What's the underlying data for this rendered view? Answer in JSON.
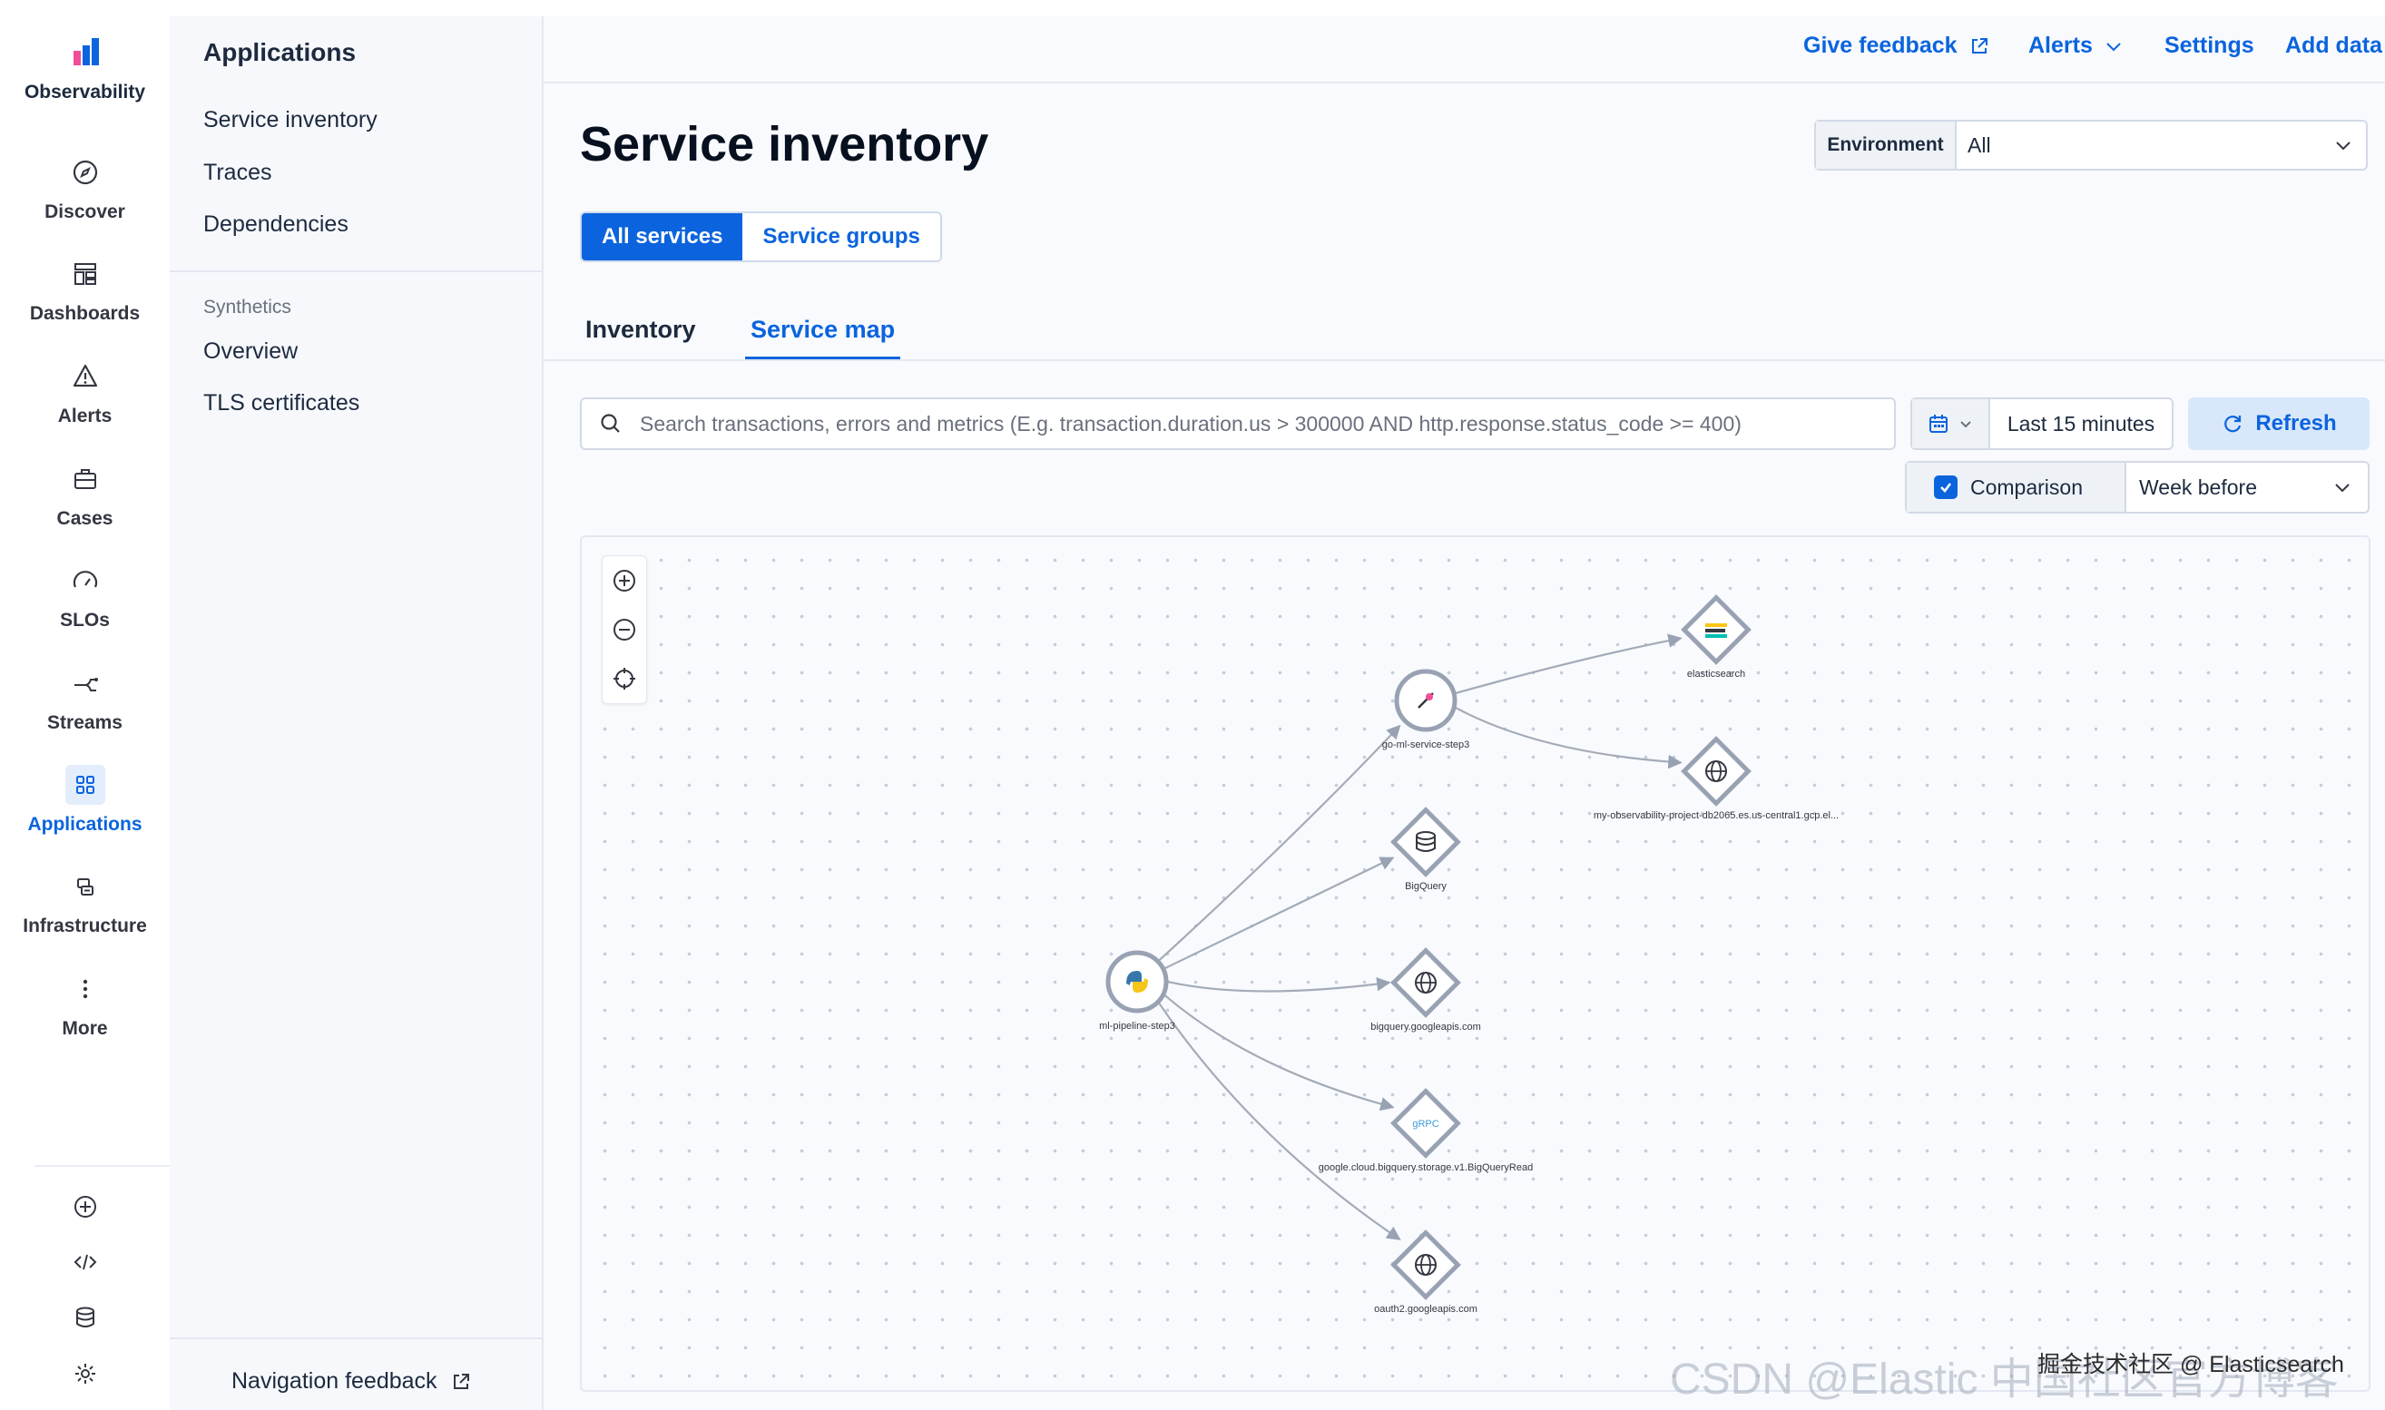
{
  "rail": {
    "brand": "Observability",
    "items": [
      {
        "label": "Discover",
        "icon": "compass-icon"
      },
      {
        "label": "Dashboards",
        "icon": "dashboard-icon"
      },
      {
        "label": "Alerts",
        "icon": "warning-icon"
      },
      {
        "label": "Cases",
        "icon": "briefcase-icon"
      },
      {
        "label": "SLOs",
        "icon": "gauge-icon"
      },
      {
        "label": "Streams",
        "icon": "streams-icon"
      },
      {
        "label": "Applications",
        "icon": "apps-grid-icon",
        "active": true
      },
      {
        "label": "Infrastructure",
        "icon": "infrastructure-icon"
      },
      {
        "label": "More",
        "icon": "more-icon"
      }
    ],
    "footer_icons": [
      "add-circle-icon",
      "code-icon",
      "database-icon",
      "gear-icon"
    ]
  },
  "subnav": {
    "title": "Applications",
    "links": [
      "Service inventory",
      "Traces",
      "Dependencies"
    ],
    "section": "Synthetics",
    "section_links": [
      "Overview",
      "TLS certificates"
    ],
    "footer": "Navigation feedback"
  },
  "topbar": {
    "give_feedback": "Give feedback",
    "alerts": "Alerts",
    "settings": "Settings",
    "add_data": "Add data"
  },
  "page": {
    "title": "Service inventory",
    "environment_label": "Environment",
    "environment_value": "All",
    "segments": [
      "All services",
      "Service groups"
    ],
    "tabs": [
      "Inventory",
      "Service map"
    ],
    "active_tab": "Service map",
    "search_placeholder": "Search transactions, errors and metrics (E.g. transaction.duration.us > 300000 AND http.response.status_code >= 400)",
    "date_range": "Last 15 minutes",
    "refresh": "Refresh",
    "comparison_label": "Comparison",
    "comparison_checked": true,
    "comparison_value": "Week before"
  },
  "service_map": {
    "nodes": [
      {
        "id": "ml-pipeline-step3",
        "label": "ml-pipeline-step3",
        "kind": "service",
        "icon": "python-icon"
      },
      {
        "id": "go-ml-service-step3",
        "label": "go-ml-service-step3",
        "kind": "service",
        "icon": "go-icon"
      },
      {
        "id": "elasticsearch",
        "label": "elasticsearch",
        "kind": "dependency",
        "icon": "elasticsearch-icon"
      },
      {
        "id": "my-observability",
        "label": "my-observability-project-db2065.es.us-central1.gcp.el...",
        "kind": "dependency",
        "icon": "globe-icon"
      },
      {
        "id": "bigquery",
        "label": "BigQuery",
        "kind": "dependency",
        "icon": "database-icon"
      },
      {
        "id": "bigquery-api",
        "label": "bigquery.googleapis.com",
        "kind": "dependency",
        "icon": "globe-icon"
      },
      {
        "id": "grpc",
        "label": "google.cloud.bigquery.storage.v1.BigQueryRead",
        "kind": "dependency",
        "icon": "grpc-icon"
      },
      {
        "id": "oauth2",
        "label": "oauth2.googleapis.com",
        "kind": "dependency",
        "icon": "globe-icon"
      }
    ],
    "edges": [
      [
        "ml-pipeline-step3",
        "go-ml-service-step3"
      ],
      [
        "ml-pipeline-step3",
        "bigquery"
      ],
      [
        "ml-pipeline-step3",
        "bigquery-api"
      ],
      [
        "ml-pipeline-step3",
        "grpc"
      ],
      [
        "ml-pipeline-step3",
        "oauth2"
      ],
      [
        "go-ml-service-step3",
        "elasticsearch"
      ],
      [
        "go-ml-service-step3",
        "my-observability"
      ]
    ]
  },
  "watermark": {
    "text": "CSDN @Elastic 中国社区官方博客",
    "overlay": "掘金技术社区 @ Elasticsearch"
  },
  "colors": {
    "accent": "#0b64dd",
    "brand_pink": "#f04e98",
    "brand_blue": "#0b64dd",
    "node_ring": "#98a2b3"
  }
}
